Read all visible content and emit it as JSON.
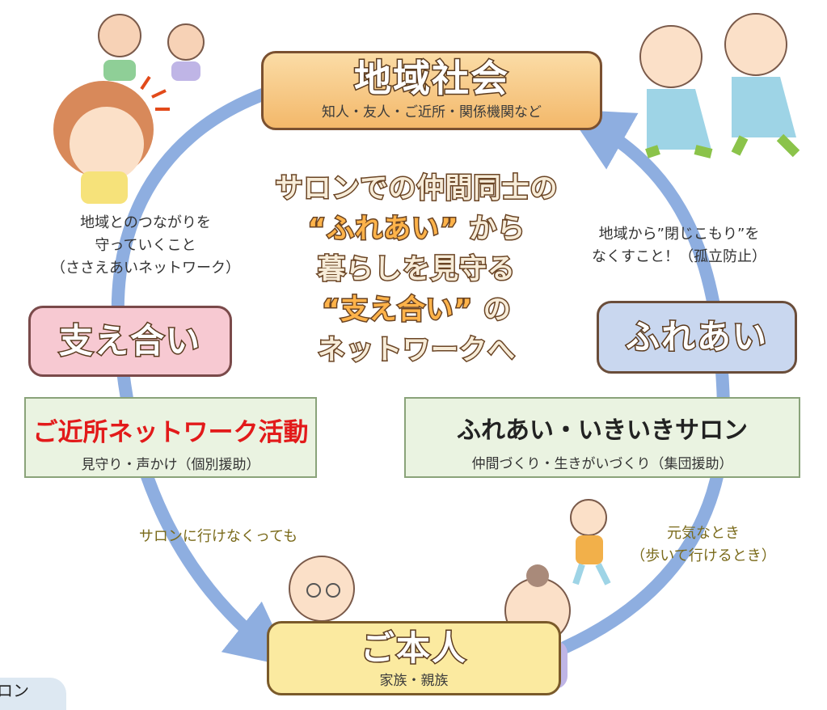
{
  "nodes": {
    "top": {
      "title": "地域社会",
      "subtitle": "知人・友人・ご近所・関係機関など"
    },
    "left": {
      "title": "支え合い"
    },
    "right": {
      "title": "ふれあい"
    },
    "bottom": {
      "title": "ご本人",
      "subtitle": "家族・親族"
    }
  },
  "boxes": {
    "neighborhood": {
      "title": "ご近所ネットワーク活動",
      "subtitle": "見守り・声かけ（個別援助）"
    },
    "salon": {
      "title": "ふれあい・いきいきサロン",
      "subtitle": "仲間づくり・生きがいづくり（集団援助）"
    }
  },
  "annotations": {
    "left_top": [
      "地域とのつながりを",
      "守っていくこと",
      "（ささえあいネットワーク）"
    ],
    "right_top": [
      "地域から”閉じこもり”を",
      "なくすこと！（孤立防止）"
    ],
    "left_bottom": "サロンに行けなくっても",
    "right_bottom": [
      "元気なとき",
      "（歩いて行けるとき）"
    ]
  },
  "center_message": {
    "line1": "サロンでの仲間同士の",
    "line2_highlight": "“ふれあい”",
    "line2_rest": "から",
    "line3": "暮らしを見守る",
    "line4_highlight": "“支え合い”",
    "line4_rest": "の",
    "line5": "ネットワークへ"
  },
  "edge_fragment": "ロン",
  "colors": {
    "cycle_arrow": "#8eaee0",
    "top_node": "#f3b86a",
    "left_node": "#f7c9d2",
    "right_node": "#c9d7ef",
    "bottom_node": "#fbeaa0",
    "box_fill": "#eaf3e1",
    "highlight_red": "#e21a1a"
  }
}
